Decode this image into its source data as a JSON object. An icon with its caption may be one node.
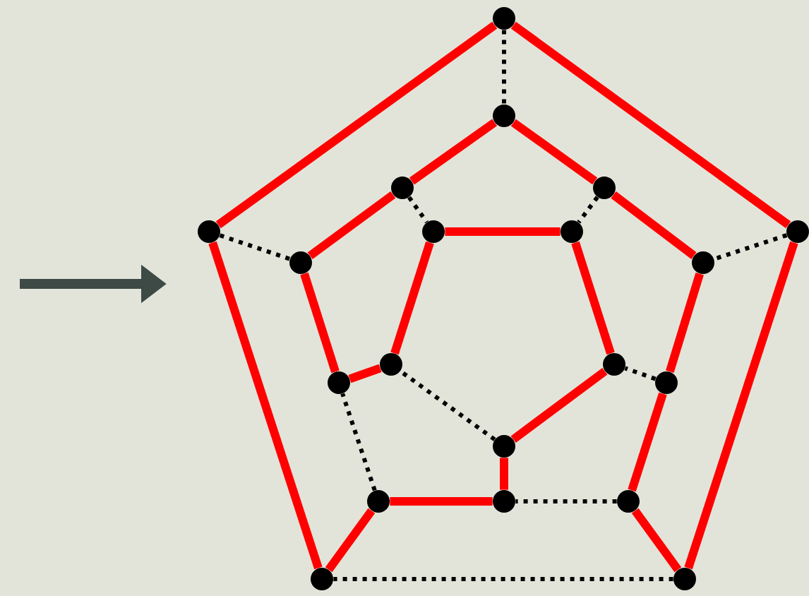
{
  "diagram": {
    "nodes": [
      {
        "text": [],
        "shape": "circle"
      },
      {
        "text": [],
        "shape": "circle"
      },
      {
        "text": [],
        "shape": "circle"
      },
      {
        "text": [],
        "shape": "circle"
      },
      {
        "text": [],
        "shape": "circle"
      },
      {
        "text": [],
        "shape": "circle"
      },
      {
        "text": [],
        "shape": "circle"
      },
      {
        "text": [],
        "shape": "circle"
      },
      {
        "text": [],
        "shape": "circle"
      },
      {
        "text": [],
        "shape": "circle"
      },
      {
        "text": [],
        "shape": "circle"
      },
      {
        "text": [],
        "shape": "circle"
      },
      {
        "text": [],
        "shape": "circle"
      },
      {
        "text": [],
        "shape": "circle"
      },
      {
        "text": [],
        "shape": "circle"
      },
      {
        "text": [],
        "shape": "circle"
      },
      {
        "text": [],
        "shape": "circle"
      },
      {
        "text": [],
        "shape": "circle"
      },
      {
        "text": [],
        "shape": "circle"
      },
      {
        "text": [],
        "shape": "circle"
      }
    ],
    "edges": [
      {
        "from": 0,
        "to": 7,
        "arrow": "none"
      },
      {
        "from": 7,
        "to": 19,
        "arrow": "none"
      },
      {
        "from": 19,
        "to": 18,
        "arrow": "none",
        "style": "dashed",
        "color": "#000000"
      },
      {
        "from": 18,
        "to": 4,
        "arrow": "none"
      },
      {
        "from": 4,
        "to": 0,
        "arrow": "none"
      },
      {
        "from": 0,
        "to": 1,
        "arrow": "none",
        "style": "dashed",
        "color": "#000000"
      },
      {
        "from": 7,
        "to": 9,
        "arrow": "none",
        "style": "dashed",
        "color": "#000000"
      },
      {
        "from": 19,
        "to": 17,
        "arrow": "none"
      },
      {
        "from": 18,
        "to": 15,
        "arrow": "none"
      },
      {
        "from": 4,
        "to": 8,
        "arrow": "none",
        "style": "dashed",
        "color": "#000000"
      },
      {
        "from": 1,
        "to": 3,
        "arrow": "none"
      },
      {
        "from": 3,
        "to": 9,
        "arrow": "none"
      },
      {
        "from": 9,
        "to": 13,
        "arrow": "none"
      },
      {
        "from": 13,
        "to": 17,
        "arrow": "none"
      },
      {
        "from": 17,
        "to": 16,
        "arrow": "none",
        "style": "dashed",
        "color": "#000000"
      },
      {
        "from": 16,
        "to": 15,
        "arrow": "none"
      },
      {
        "from": 15,
        "to": 12,
        "arrow": "none",
        "style": "dashed",
        "color": "#000000"
      },
      {
        "from": 12,
        "to": 8,
        "arrow": "none"
      },
      {
        "from": 8,
        "to": 2,
        "arrow": "none"
      },
      {
        "from": 2,
        "to": 1,
        "arrow": "none"
      },
      {
        "from": 3,
        "to": 6,
        "arrow": "none",
        "style": "dashed",
        "color": "#000000"
      },
      {
        "from": 13,
        "to": 11,
        "arrow": "none",
        "style": "dashed",
        "color": "#000000"
      },
      {
        "from": 16,
        "to": 14,
        "arrow": "none"
      },
      {
        "from": 12,
        "to": 10,
        "arrow": "none"
      },
      {
        "from": 2,
        "to": 5,
        "arrow": "none",
        "style": "dashed",
        "color": "#000000"
      },
      {
        "from": 5,
        "to": 6,
        "arrow": "none"
      },
      {
        "from": 6,
        "to": 11,
        "arrow": "none"
      },
      {
        "from": 11,
        "to": 14,
        "arrow": "none"
      },
      {
        "from": 14,
        "to": 10,
        "arrow": "none",
        "style": "dashed",
        "color": "#000000"
      },
      {
        "from": 10,
        "to": 5,
        "arrow": "none"
      }
    ]
  }
}
